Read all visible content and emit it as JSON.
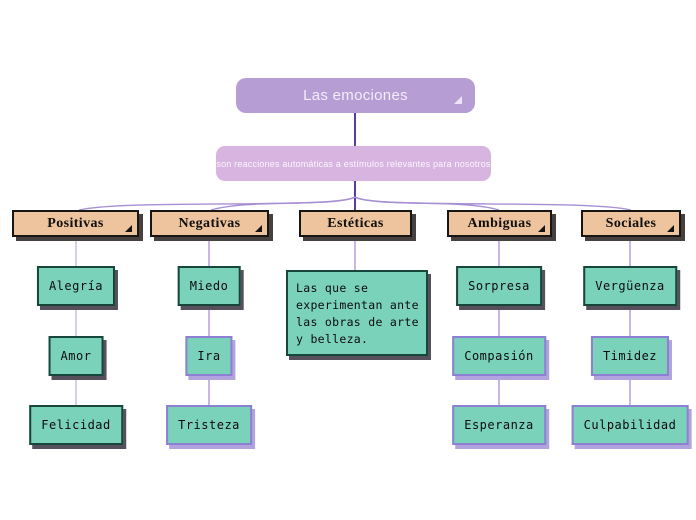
{
  "root": {
    "label": "Las emociones"
  },
  "subtitle": {
    "label": "son reacciones automáticas a estímulos relevantes para nosotros"
  },
  "branches": [
    {
      "label": "Positivas",
      "children": [
        "Alegría",
        "Amor",
        "Felicidad"
      ]
    },
    {
      "label": "Negativas",
      "children": [
        "Miedo",
        "Ira",
        "Tristeza"
      ]
    },
    {
      "label": "Estéticas",
      "children": [
        "Las que se experimentan ante las obras de arte y belleza."
      ]
    },
    {
      "label": "Ambiguas",
      "children": [
        "Sorpresa",
        "Compasión",
        "Esperanza"
      ]
    },
    {
      "label": "Sociales",
      "children": [
        "Vergüenza",
        "Timidez",
        "Culpabilidad"
      ]
    }
  ],
  "colors": {
    "root_purple": "#b69dd3",
    "subtitle_purple": "#d8b4e0",
    "category_tan": "#edc49e",
    "child_teal": "#7bd2ba",
    "border_dark": "#17473a",
    "border_purple": "#8d7fd2",
    "connector_dark_purple": "#5b3c98",
    "connector_fan": "#a78fd3",
    "connector_light": "#cfc0ea"
  }
}
